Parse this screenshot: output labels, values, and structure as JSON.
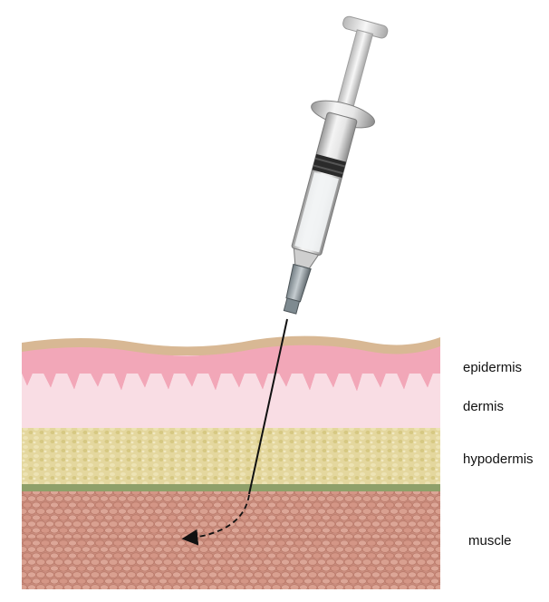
{
  "labels": {
    "epidermis": "epidermis",
    "dermis": "dermis",
    "hypodermis": "hypodermis",
    "muscle": "muscle"
  },
  "colors": {
    "background": "#ffffff",
    "skin_surface": "#d8b894",
    "epidermis": "#f2a7b8",
    "dermis": "#f9dde4",
    "hypodermis": "#e4d79e",
    "fascia": "#8fa06a",
    "muscle": "#c98c7d",
    "muscle_cells": "#d9a090",
    "needle": "#111111",
    "syringe_barrel": "#dcdcdc",
    "syringe_band": "#2a2a2a"
  }
}
